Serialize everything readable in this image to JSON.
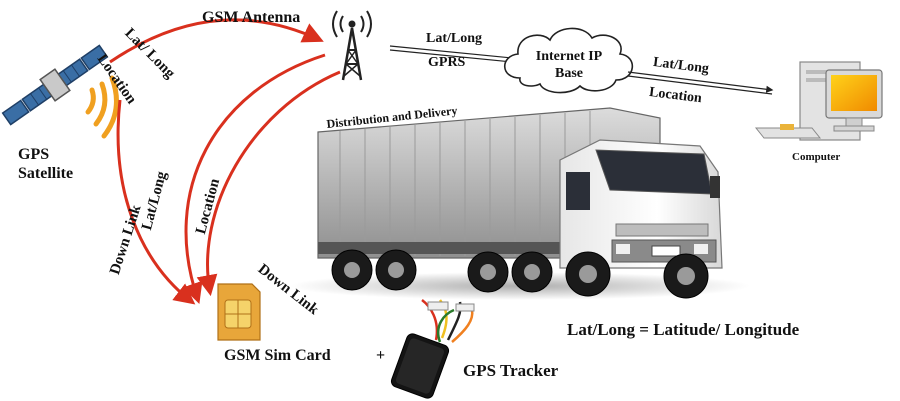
{
  "labels": {
    "gps_satellite_line1": "GPS",
    "gps_satellite_line2": "Satellite",
    "gsm_antenna": "GSM Antenna",
    "lat_long_top": "Lat/ Long",
    "location_top": "Location",
    "lat_long_mid": "Lat/Long",
    "location_mid": "Location",
    "down_link_left": "Down Link",
    "down_link_right": "Down Link",
    "lat_long_gprs": "Lat/Long",
    "gprs": "GPRS",
    "internet_ip_line1": "Internet IP",
    "internet_ip_line2": "Base",
    "lat_long_computer": "Lat/Long",
    "location_computer": "Location",
    "computer": "Computer",
    "distribution": "Distribution and Delivery",
    "gsm_sim_card": "GSM Sim Card",
    "plus": "+",
    "gps_tracker": "GPS Tracker",
    "legend": "Lat/Long = Latitude/ Longitude"
  },
  "colors": {
    "arrow_red": "#d9301e",
    "signal_orange": "#f0a020",
    "sim_gold": "#e8a63a",
    "truck_cab": "#f2f2f2",
    "truck_box": "#b8b8b8"
  },
  "icons": {
    "satellite": "satellite-icon",
    "antenna": "antenna-tower-icon",
    "cloud": "cloud-icon",
    "computer": "computer-icon",
    "truck": "truck-icon",
    "sim": "sim-card-icon",
    "tracker": "gps-tracker-icon"
  }
}
